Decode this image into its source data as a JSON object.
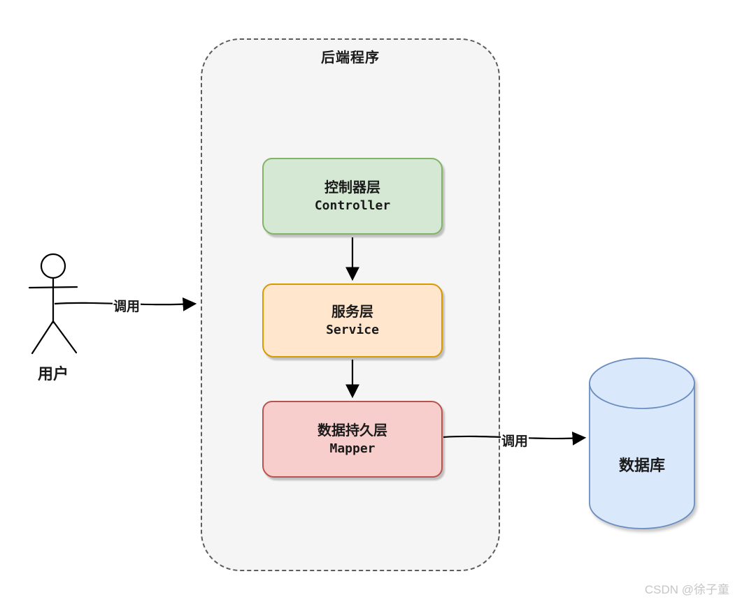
{
  "diagram": {
    "container": {
      "title": "后端程序",
      "fill": "#f5f5f5",
      "border_color": "#5c5c5c",
      "border_style": "dashed"
    },
    "actor": {
      "label": "用户"
    },
    "nodes": [
      {
        "id": "controller",
        "label_zh": "控制器层",
        "label_en": "Controller",
        "fill": "#d5e8d4",
        "border": "#82b366"
      },
      {
        "id": "service",
        "label_zh": "服务层",
        "label_en": "Service",
        "fill": "#ffe6cc",
        "border": "#d79b00"
      },
      {
        "id": "mapper",
        "label_zh": "数据持久层",
        "label_en": "Mapper",
        "fill": "#f8cecc",
        "border": "#b85450"
      }
    ],
    "database": {
      "label": "数据库",
      "fill": "#dae8fc",
      "border": "#6c8ebf"
    },
    "edges": [
      {
        "from": "user",
        "to": "backend",
        "label": "调用"
      },
      {
        "from": "controller",
        "to": "service",
        "label": ""
      },
      {
        "from": "service",
        "to": "mapper",
        "label": ""
      },
      {
        "from": "mapper",
        "to": "database",
        "label": "调用"
      }
    ],
    "watermark": "CSDN @徐子童"
  }
}
